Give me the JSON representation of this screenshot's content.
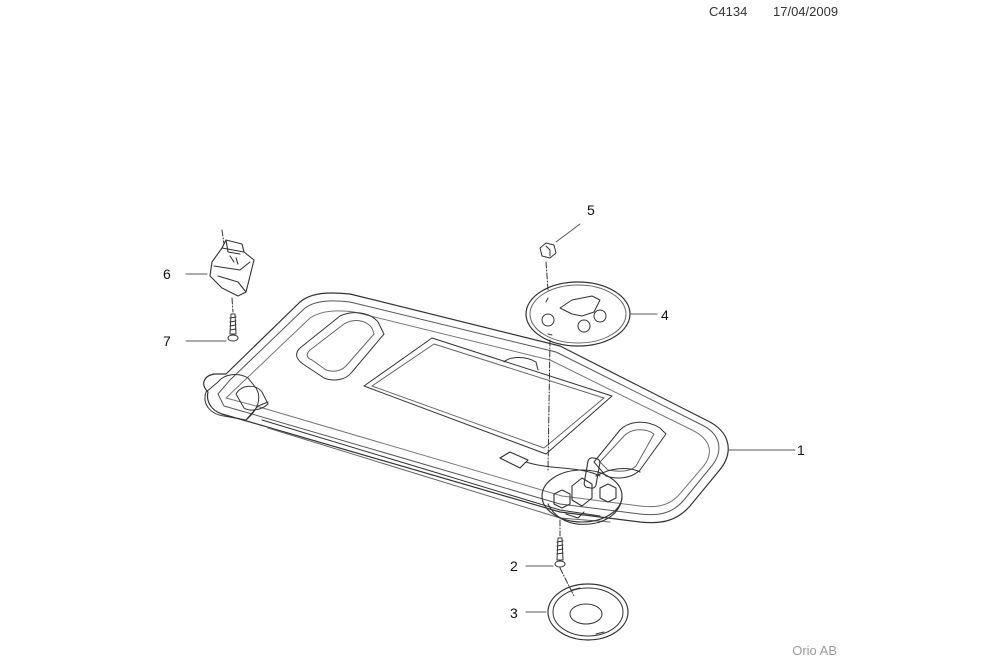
{
  "header": {
    "drawing_number": "C4134",
    "date": "17/04/2009"
  },
  "footer": {
    "company": "Orio AB"
  },
  "callouts": [
    "1",
    "2",
    "3",
    "4",
    "5",
    "6",
    "7"
  ]
}
